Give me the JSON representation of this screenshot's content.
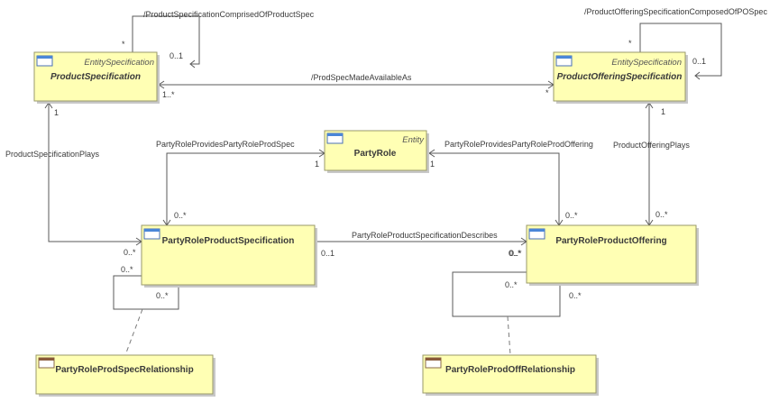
{
  "classes": {
    "product_specification": {
      "name": "ProductSpecification",
      "stereotype": "EntitySpecification"
    },
    "product_offering_specification": {
      "name": "ProductOfferingSpecification",
      "stereotype": "EntitySpecification"
    },
    "party_role": {
      "name": "PartyRole",
      "stereotype": "Entity"
    },
    "party_role_product_specification": {
      "name": "PartyRoleProductSpecification"
    },
    "party_role_product_offering": {
      "name": "PartyRoleProductOffering"
    },
    "party_role_prod_spec_relationship": {
      "name": "PartyRoleProdSpecRelationship"
    },
    "party_role_prod_off_relationship": {
      "name": "PartyRoleProdOffRelationship"
    }
  },
  "associations": {
    "ps_self": {
      "label": "/ProductSpecificationComprisedOfProductSpec",
      "mult_a": "*",
      "mult_b": "0..1"
    },
    "pos_self": {
      "label": "/ProductOfferingSpecificationComposedOfPOSpec",
      "mult_a": "*",
      "mult_b": "0..1"
    },
    "made_available": {
      "label": "/ProdSpecMadeAvailableAs",
      "mult_a": "1..*",
      "mult_b": "*"
    },
    "ps_plays": {
      "label": "ProductSpecificationPlays",
      "mult_a": "1",
      "mult_b": "0..*"
    },
    "pos_plays": {
      "label": "ProductOfferingPlays",
      "mult_a": "1",
      "mult_b": "0..*"
    },
    "provides_spec": {
      "label": "PartyRoleProvidesPartyRoleProdSpec",
      "mult_a": "1",
      "mult_b": "0..*"
    },
    "provides_off": {
      "label": "PartyRoleProvidesPartyRoleProdOffering",
      "mult_a": "1",
      "mult_b": "0..*"
    },
    "describes": {
      "label": "PartyRoleProductSpecificationDescribes",
      "mult_a": "0..1",
      "mult_b": "0..*"
    },
    "prps_self": {
      "mult_a": "0..*",
      "mult_b": "0..*"
    },
    "prpo_self": {
      "mult_a": "0..*",
      "mult_b": "0..*"
    }
  }
}
